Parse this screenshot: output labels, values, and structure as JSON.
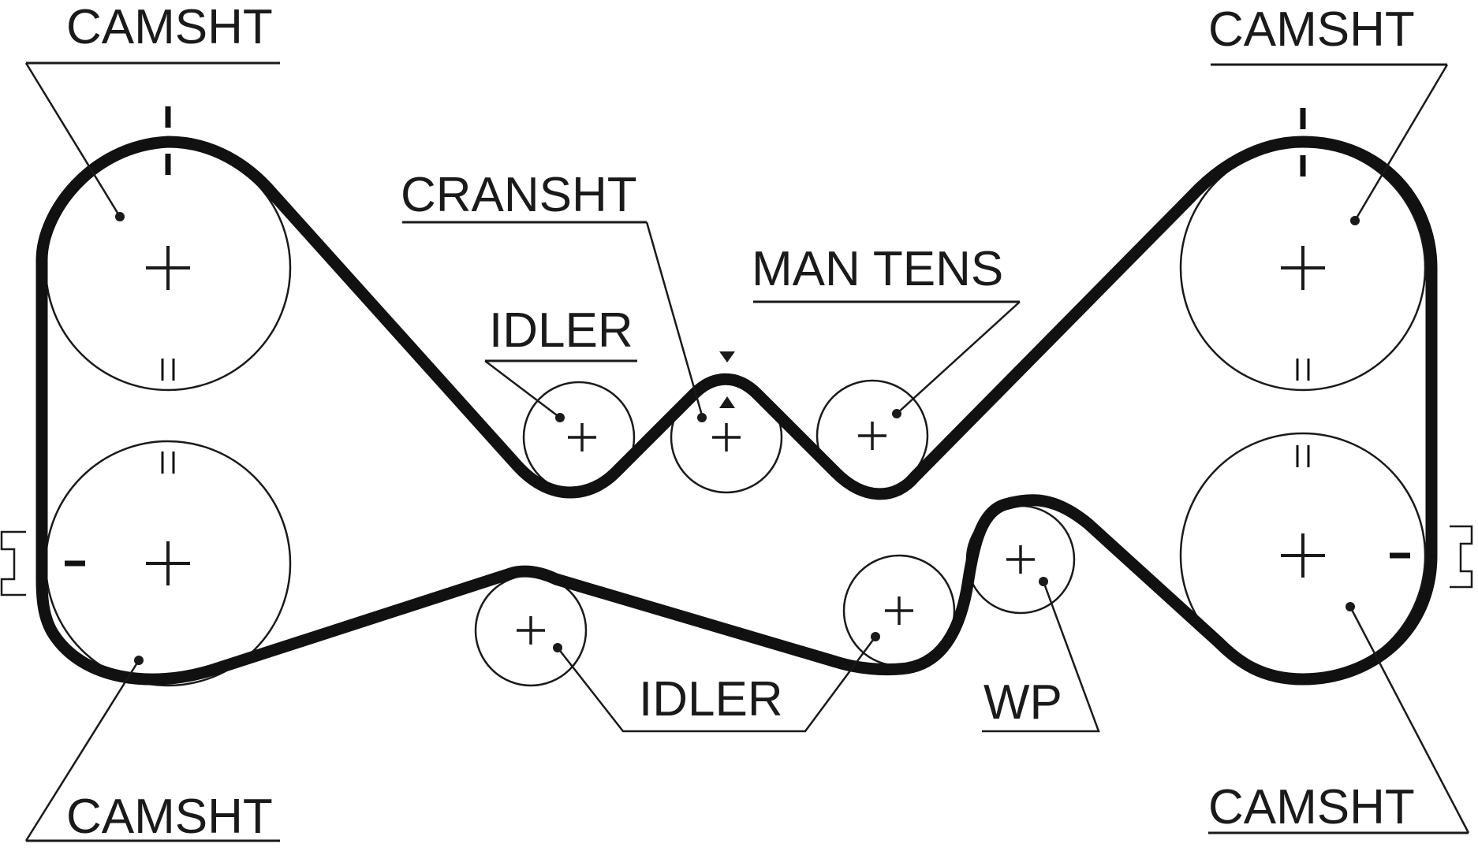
{
  "labels": {
    "camshaft_top_left": "CAMSHT",
    "camshaft_top_right": "CAMSHT",
    "camshaft_bottom_left": "CAMSHT",
    "camshaft_bottom_right": "CAMSHT",
    "crankshaft": "CRANSHT",
    "idler_upper": "IDLER",
    "manual_tensioner": "MAN TENS",
    "idler_lower": "IDLER",
    "water_pump": "WP"
  },
  "colors": {
    "belt": "#111111",
    "line": "#1a1a1a",
    "background": "#ffffff"
  }
}
